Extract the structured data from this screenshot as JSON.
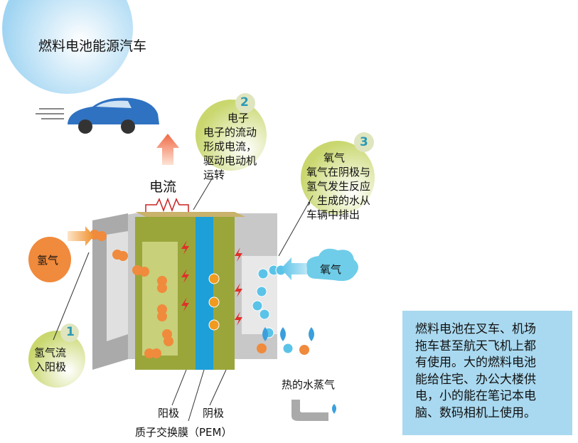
{
  "title": "燃料电池能源汽车",
  "current_label": "电流",
  "step1": {
    "number": "1",
    "lines": [
      "氢气流",
      "入阳极"
    ]
  },
  "step2": {
    "number": "2",
    "heading": "电子",
    "lines": [
      "电子的流动",
      "形成电流，",
      "驱动电动机",
      "运转"
    ]
  },
  "step3": {
    "number": "3",
    "heading": "氧气",
    "lines": [
      "氧气在阴极与",
      "氢气发生反应",
      "，生成的水从",
      "车辆中排出"
    ]
  },
  "hydrogen_label": "氢气",
  "oxygen_label": "氧气",
  "steam_label": "热的水蒸气",
  "anode_label": "阳极",
  "cathode_label": "阴极",
  "pem_label": "质子交换膜（PEM）",
  "info_lines": [
    "燃料电池在叉车、机场",
    "拖车甚至航天飞机上都",
    "有使用。大的燃料电池",
    "能给住宅、办公大楼供",
    "电，小的能在笔记本电",
    "脑、数码相机上使用。"
  ],
  "colors": {
    "hydrogen": "#f08a3c",
    "oxygen": "#5bc3e8",
    "anode": "#9aa63a",
    "pem": "#1d9fd8",
    "info_bg": "#a9d9f0"
  }
}
